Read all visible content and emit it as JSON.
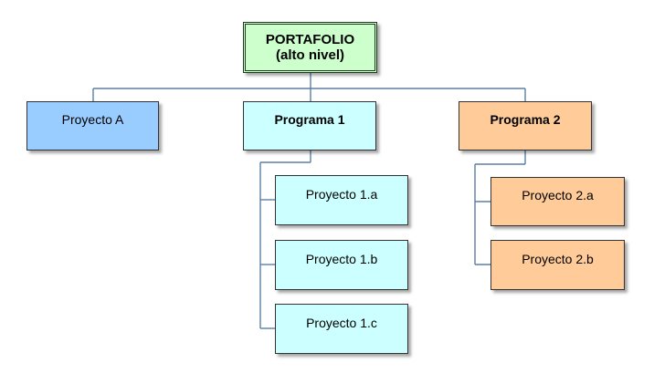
{
  "colors": {
    "connector": "#5b7fa6",
    "root_fill": "#ccffcc",
    "proyecto_a_fill": "#99ccff",
    "programa_1_fill": "#ccffff",
    "programa_2_fill": "#ffcc99"
  },
  "root": {
    "label": "PORTAFOLIO\n(alto nivel)"
  },
  "level1": {
    "proyecto_a": "Proyecto A",
    "programa_1": "Programa 1",
    "programa_2": "Programa 2"
  },
  "programa_1_children": {
    "a": "Proyecto 1.a",
    "b": "Proyecto 1.b",
    "c": "Proyecto 1.c"
  },
  "programa_2_children": {
    "a": "Proyecto 2.a",
    "b": "Proyecto 2.b"
  }
}
